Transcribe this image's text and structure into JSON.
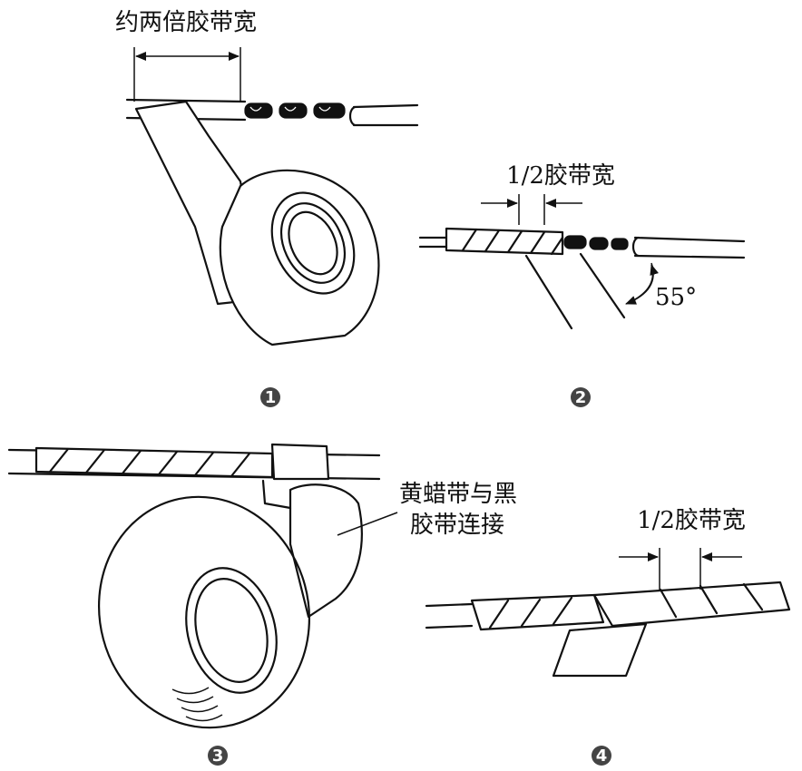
{
  "panels": [
    {
      "step": "1",
      "label": "约两倍胶带宽"
    },
    {
      "step": "2",
      "label": "1/2胶带宽",
      "angle": "55°"
    },
    {
      "step": "3",
      "label_line1": "黄蜡带与黑",
      "label_line2": "胶带连接"
    },
    {
      "step": "4",
      "label": "1/2胶带宽"
    }
  ],
  "colors": {
    "ink": "#111111",
    "paper": "#ffffff"
  }
}
